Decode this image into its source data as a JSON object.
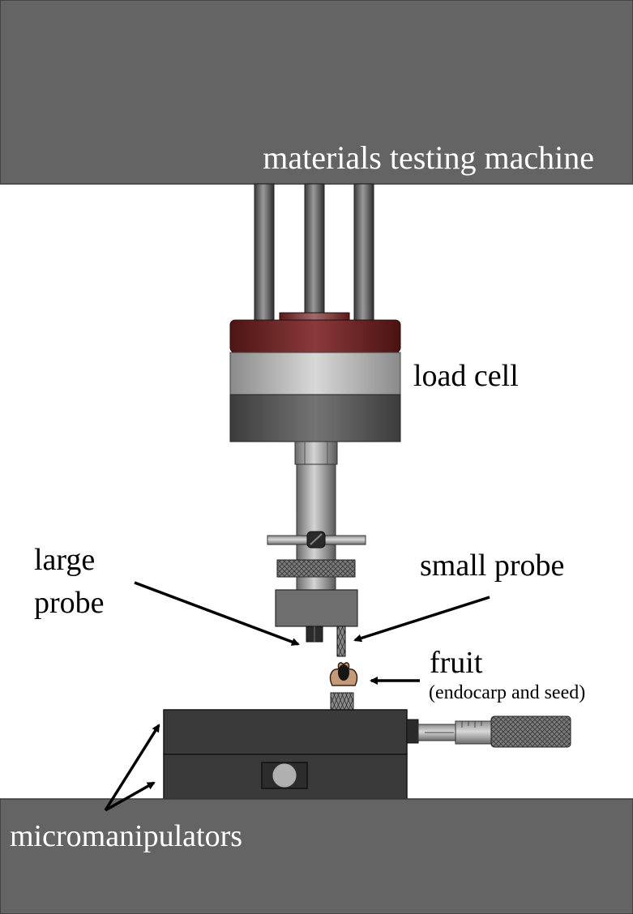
{
  "labels": {
    "machine": "materials testing machine",
    "load_cell": "load cell",
    "large_probe_line1": "large",
    "large_probe_line2": "probe",
    "small_probe": "small probe",
    "fruit": "fruit",
    "fruit_detail": "(endocarp and seed)",
    "micromanipulators": "micromanipulators"
  },
  "colors": {
    "machine_gray": "#646464",
    "load_cell_red": "#6e2222",
    "metal_light": "#c8c8c8",
    "stage_dark": "#3a3a3a",
    "fruit_tan": "#c49a7a"
  }
}
